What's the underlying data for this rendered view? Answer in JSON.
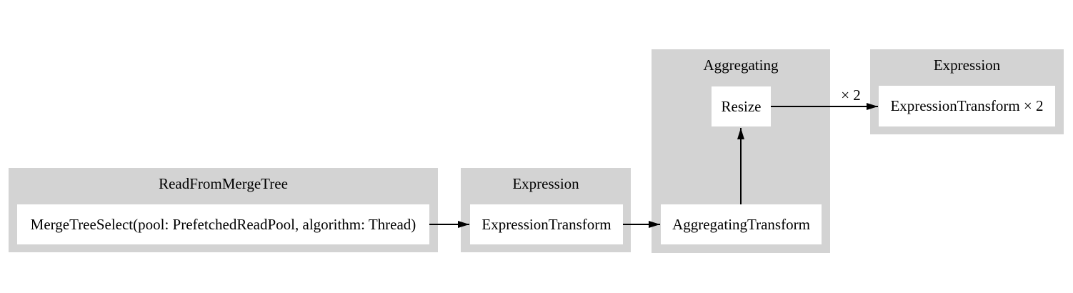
{
  "diagram_type": "pipeline-graph",
  "colors": {
    "page_bg": "#ffffff",
    "cluster_bg": "#d3d3d3",
    "node_bg": "#ffffff",
    "edge": "#000000",
    "text": "#000000"
  },
  "clusters": [
    {
      "title": "ReadFromMergeTree",
      "nodes": [
        {
          "label": "MergeTreeSelect(pool: PrefetchedReadPool, algorithm: Thread)"
        }
      ]
    },
    {
      "title": "Expression",
      "nodes": [
        {
          "label": "ExpressionTransform"
        }
      ]
    },
    {
      "title": "Aggregating",
      "nodes": [
        {
          "label": "AggregatingTransform"
        },
        {
          "label": "Resize"
        }
      ]
    },
    {
      "title": "Expression",
      "nodes": [
        {
          "label": "ExpressionTransform × 2"
        }
      ]
    }
  ],
  "edges": [
    {
      "from": "MergeTreeSelect(pool: PrefetchedReadPool, algorithm: Thread)",
      "to": "ExpressionTransform",
      "label": ""
    },
    {
      "from": "ExpressionTransform",
      "to": "AggregatingTransform",
      "label": ""
    },
    {
      "from": "AggregatingTransform",
      "to": "Resize",
      "label": ""
    },
    {
      "from": "Resize",
      "to": "ExpressionTransform × 2",
      "label": "× 2"
    }
  ]
}
